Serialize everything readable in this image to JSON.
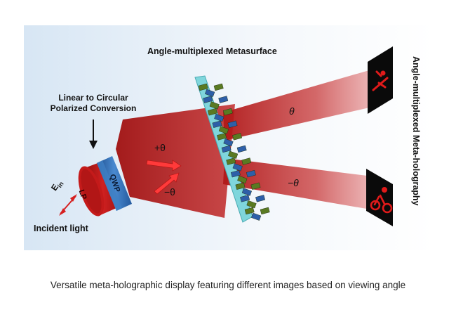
{
  "diagram": {
    "title": "Angle-multiplexed Metasurface",
    "conversion_label_line1": "Linear to Circular",
    "conversion_label_line2": "Polarized Conversion",
    "incident_label": "Incident light",
    "field_symbol": "E",
    "field_subscript": "in",
    "lp_label": "LP",
    "qwp_label": "QWP",
    "plus_theta": "+θ",
    "minus_theta": "−θ",
    "theta_out_top": "θ",
    "theta_out_bottom": "−θ",
    "side_label": "Angle-multiplexed Meta-holography",
    "caption": "Versatile meta-holographic display featuring different images based on viewing angle",
    "colors": {
      "beam_red": "#b01818",
      "arrow_red": "#e02020",
      "lp_red": "#c41a1a",
      "qwp_blue": "#2f6db5",
      "substrate_cyan": "#7fd6dc",
      "antenna_green": "#5a7a22",
      "antenna_blue": "#2d5fa8",
      "screen_black": "#0a0a0a"
    },
    "icons": [
      "swimmer-icon",
      "cyclist-icon"
    ]
  }
}
